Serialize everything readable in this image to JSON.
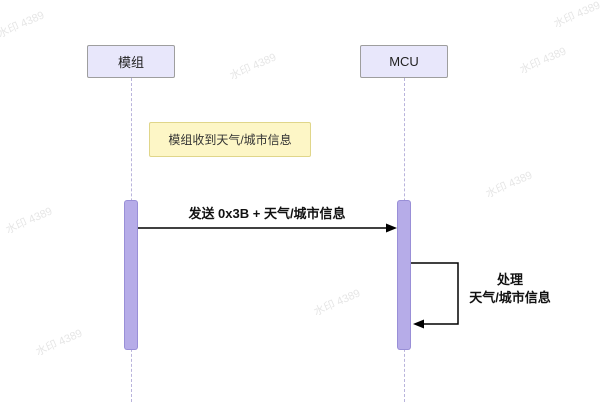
{
  "diagram": {
    "type": "sequence",
    "participants": [
      {
        "id": "module",
        "label": "模组"
      },
      {
        "id": "mcu",
        "label": "MCU"
      }
    ],
    "note": {
      "text": "模组收到天气/城市信息"
    },
    "messages": [
      {
        "from": "模组",
        "to": "MCU",
        "label": "发送 0x3B + 天气/城市信息",
        "type": "solid-arrow"
      },
      {
        "from": "MCU",
        "to": "MCU",
        "label_line1": "处理",
        "label_line2": "天气/城市信息",
        "type": "self-loop"
      }
    ],
    "colors": {
      "participant_fill": "#e8e7fb",
      "participant_border": "#9e9e9e",
      "note_fill": "#fdf6c6",
      "note_border": "#e0d68a",
      "activation_fill": "#b6ace8",
      "lifeline_color": "#b9b4dc",
      "arrow_color": "#000000"
    }
  },
  "watermark": {
    "text": "水印 4389"
  }
}
